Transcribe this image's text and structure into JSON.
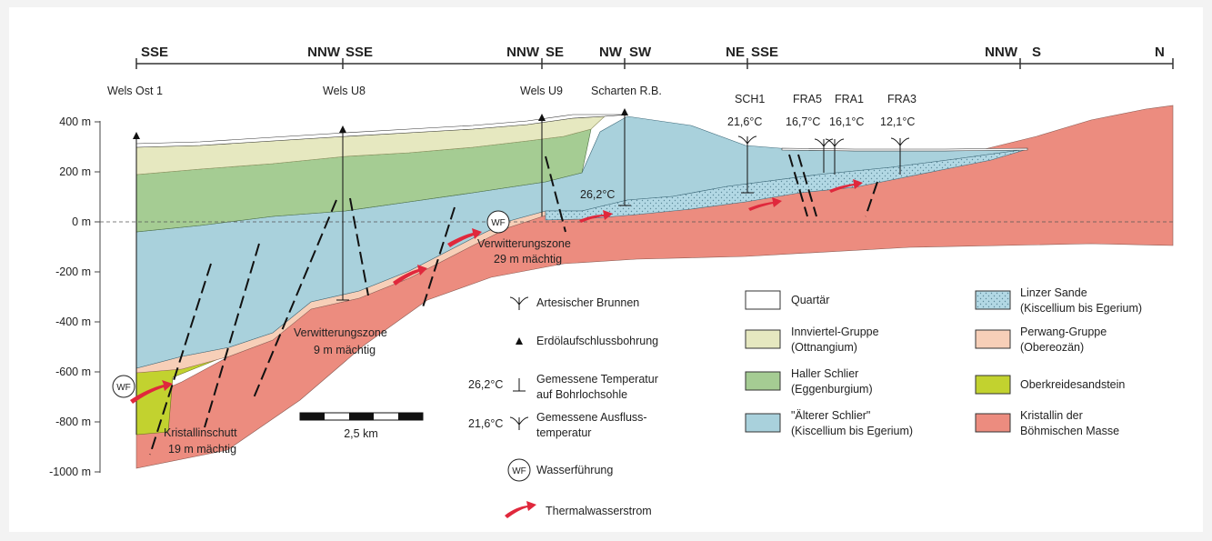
{
  "directions": [
    "SSE",
    "NNW",
    "SSE",
    "NNW",
    "SE",
    "NW",
    "SW",
    "NE",
    "SSE",
    "NNW",
    "S",
    "N"
  ],
  "wells": [
    "Wels Ost 1",
    "Wels U8",
    "Wels U9",
    "Scharten R.B."
  ],
  "springs": [
    {
      "name": "SCH1",
      "temp": "21,6°C"
    },
    {
      "name": "FRA5",
      "temp": "16,7°C"
    },
    {
      "name": "FRA1",
      "temp": "16,1°C"
    },
    {
      "name": "FRA3",
      "temp": "12,1°C"
    }
  ],
  "depth_axis": [
    "400 m",
    "200 m",
    "0 m",
    "-200 m",
    "-400 m",
    "-600 m",
    "-800 m",
    "-1000 m"
  ],
  "annotations": {
    "bottom_temp": "26,2°C",
    "wf": "WF",
    "weathering_u9_1": "Verwitterungszone",
    "weathering_u9_2": "29 m mächtig",
    "weathering_u8_1": "Verwitterungszone",
    "weathering_u8_2": "9 m mächtig",
    "debris_1": "Kristallinschutt",
    "debris_2": "19 m mächtig"
  },
  "scale_bar": "2,5 km",
  "legend_symbols": {
    "artesian": "Artesischer Brunnen",
    "oil_well": "Erdölaufschlussbohrung",
    "measured_temp_value": "26,2°C",
    "measured_temp_1": "Gemessene Temperatur",
    "measured_temp_2": "auf Bohrlochsohle",
    "outflow_temp_value": "21,6°C",
    "outflow_temp_1": "Gemessene Ausfluss-",
    "outflow_temp_2": "temperatur",
    "wf_symbol": "WF",
    "water_bearing": "Wasserführung",
    "thermal_flow": "Thermalwasserstrom"
  },
  "legend_units": [
    {
      "line1": "Quartär",
      "line2": "",
      "color": "#ffffff"
    },
    {
      "line1": "Innviertel-Gruppe",
      "line2": "(Ottnangium)",
      "color": "#e6e8c0"
    },
    {
      "line1": "Haller Schlier",
      "line2": "(Eggenburgium)",
      "color": "#a5cc93"
    },
    {
      "line1": "\"Älterer Schlier\"",
      "line2": "(Kiscellium bis Egerium)",
      "color": "#a9d1dc"
    },
    {
      "line1": "Linzer Sande",
      "line2": "(Kiscellium bis Egerium)",
      "color": "#b2d8e4"
    },
    {
      "line1": "Perwang-Gruppe",
      "line2": "(Obereozän)",
      "color": "#f7cfb8"
    },
    {
      "line1": "Oberkreidesandstein",
      "line2": "",
      "color": "#c2d22f"
    },
    {
      "line1": "Kristallin der",
      "line2": "Böhmischen Masse",
      "color": "#ec8c7f"
    }
  ]
}
